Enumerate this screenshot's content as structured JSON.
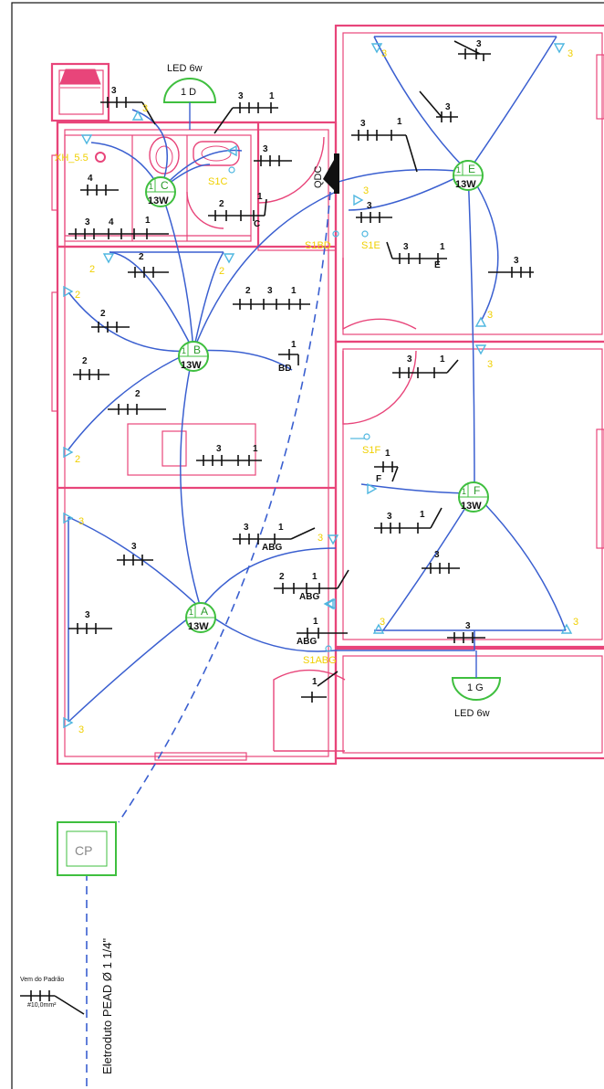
{
  "lamps": {
    "a": {
      "id": "A",
      "num": "1",
      "power": "13W"
    },
    "b": {
      "id": "B",
      "num": "1",
      "power": "13W"
    },
    "c": {
      "id": "C",
      "num": "1",
      "power": "13W"
    },
    "e": {
      "id": "E",
      "num": "1",
      "power": "13W"
    },
    "f": {
      "id": "F",
      "num": "1",
      "power": "13W"
    },
    "d": {
      "id": "1 D",
      "label": "LED 6w"
    },
    "g": {
      "id": "1 G",
      "label": "LED 6w"
    }
  },
  "switches": {
    "s1bd": "S1BD",
    "s1e": "S1E",
    "s1f": "S1F",
    "s1abg": "S1ABG",
    "s1c": "S1C"
  },
  "outlets": {
    "value_2": "2",
    "value_3": "3",
    "shower": "XH_5.5"
  },
  "wire_tags": {
    "abg": "ABG",
    "bd": "BD",
    "c": "C",
    "e": "E",
    "f": "F"
  },
  "panel": {
    "label": "QDC"
  },
  "meter": {
    "label": "CP"
  },
  "supply": {
    "from": "Vem do Padrão",
    "gauge": "#10,0mm²",
    "conduit": "Eletroduto PEAD Ø 1 1/4\""
  },
  "colors": {
    "walls": "#e8457a",
    "circuits": "#3a5fd0",
    "lamps": "#3fbf3f",
    "outlets": "#4fb7e0",
    "labels": "#f0d000"
  }
}
